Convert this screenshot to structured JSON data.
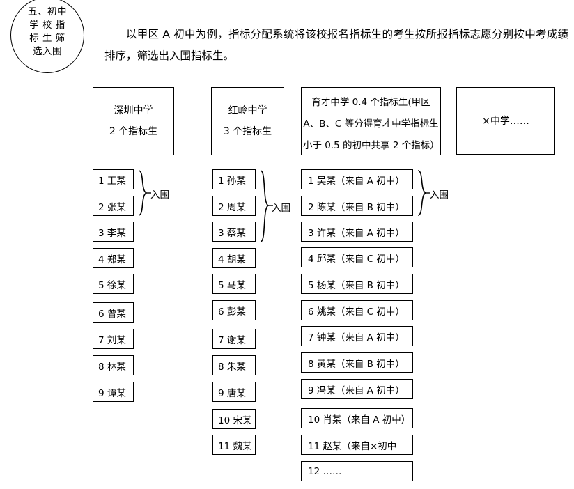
{
  "section": {
    "badge_lines": [
      "五、初中",
      "学 校 指",
      "标 生 筛",
      "选入围"
    ],
    "intro": "以甲区 A 初中为例，指标分配系统将该校报名指标生的考生按所报指标志愿分别按中考成绩排序，筛选出入围指标生。"
  },
  "columns": [
    {
      "id": "shenzhen",
      "header": {
        "lines": [
          "深圳中学",
          "2 个指标生"
        ]
      },
      "brace": {
        "label": "入围",
        "from": 0,
        "to": 1
      },
      "students": [
        "1 王某",
        "2 张某",
        "3 李某",
        "4 郑某",
        "5 徐某",
        "6 曾某",
        "7 刘某",
        "8 林某",
        "9 谭某"
      ]
    },
    {
      "id": "hongling",
      "header": {
        "lines": [
          "红岭中学",
          "3 个指标生"
        ]
      },
      "brace": {
        "label": "入围",
        "from": 0,
        "to": 2
      },
      "students": [
        "1 孙某",
        "2 周某",
        "3 蔡某",
        "4 胡某",
        "5 马某",
        "6 彭某",
        "7 谢某",
        "8 朱某",
        "9 唐某",
        "10 宋某",
        "11 魏某"
      ]
    },
    {
      "id": "yucai",
      "header": {
        "paragraph": "育才中学 0.4 个指标生(甲区 A、B、C 等分得育才中学指标生小于 0.5 的初中共享 2 个指标）"
      },
      "brace": {
        "label": "入围",
        "from": 0,
        "to": 1
      },
      "students": [
        "1 吴某（来自 A 初中）",
        "2 陈某（来自 B 初中）",
        "3 许某（来自 A 初中）",
        "4 邱某（来自 C 初中）",
        "5 杨某（来自 B 初中）",
        "6 姚某（来自 C 初中）",
        "7 钟某（来自 A 初中）",
        "8 黄某（来自 B 初中）",
        "9 冯某（来自 A 初中）",
        "10 肖某（来自 A 初中）",
        "11 赵某（来自×初中",
        "12 ……"
      ]
    },
    {
      "id": "other",
      "header": {
        "lines": [
          "×中学……"
        ]
      },
      "students": []
    }
  ]
}
